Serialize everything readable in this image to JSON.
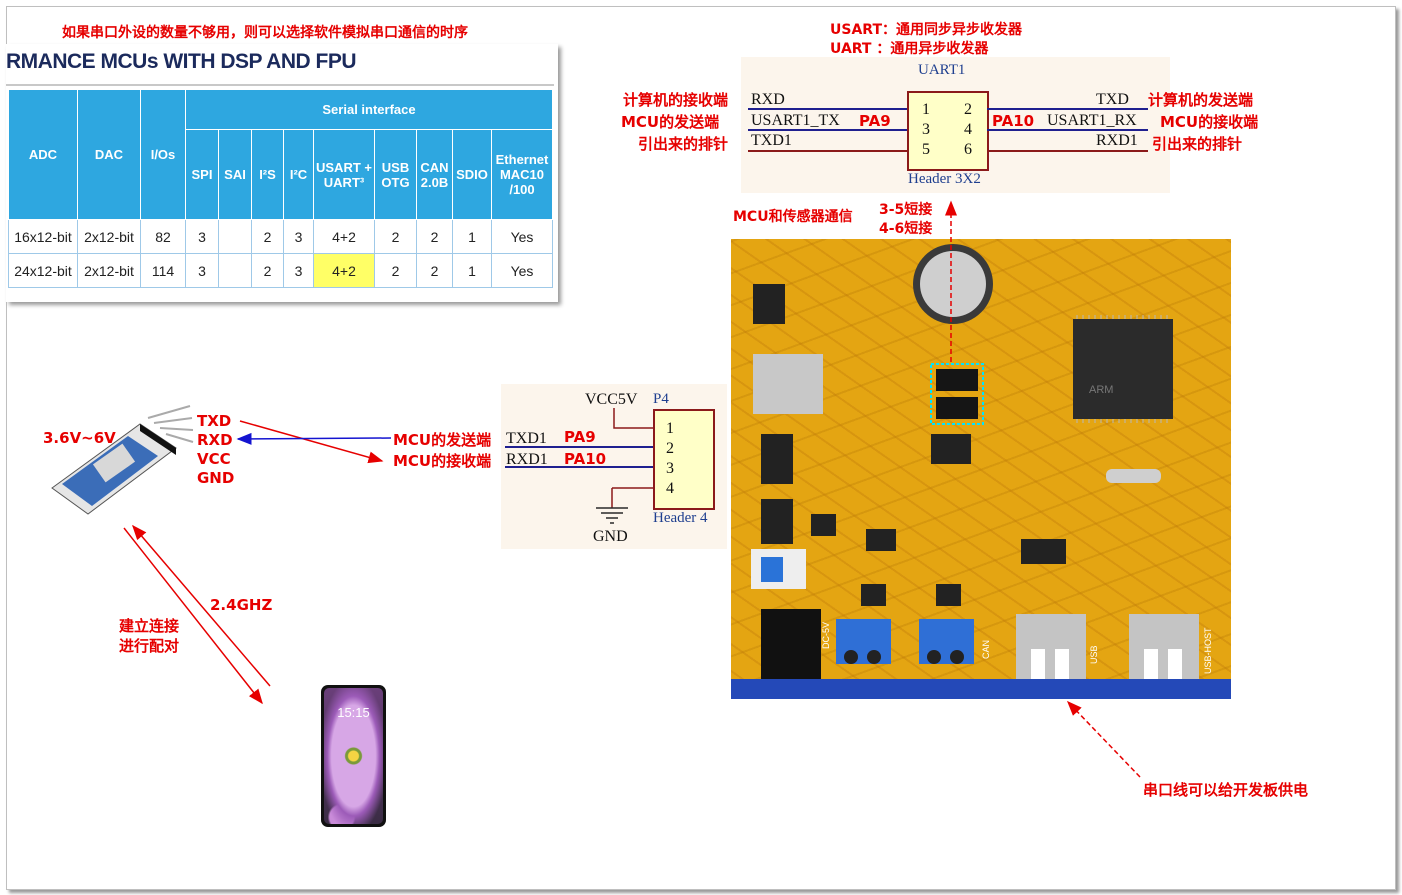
{
  "captions": {
    "top_note": "如果串口外设的数量不够用，则可以选择软件模拟串口通信的时序",
    "usart_def": "USART：通用同步异步收发器",
    "uart_def": "UART ：通用异步收发器",
    "pc_rx": "计算机的接收端",
    "mcu_tx_left": "MCU的发送端",
    "pins_left": "引出来的排针",
    "pc_tx": "计算机的发送端",
    "mcu_rx_right": "MCU的接收端",
    "pins_right": "引出来的排针",
    "sensor_comm": "MCU和传感器通信",
    "short35": "3-5短接",
    "short46": "4-6短接",
    "mcu_tx": "MCU的发送端",
    "mcu_rx": "MCU的接收端",
    "power_note": "串口线可以给开发板供电",
    "voltage": "3.6V~6V",
    "ghz": "2.4GHZ",
    "pair1": "建立连接",
    "pair2": "进行配对"
  },
  "bt_pins": [
    "TXD",
    "RXD",
    "VCC",
    "GND"
  ],
  "table": {
    "title": "RMANCE MCUs WITH DSP AND FPU",
    "group_header": "Serial interface",
    "headers": [
      "ADC",
      "DAC",
      "I/Os",
      "SPI",
      "SAI",
      "I²S",
      "I²C",
      "USART + UART³",
      "USB OTG",
      "CAN 2.0B",
      "SDIO",
      "Ethernet MAC10 /100"
    ],
    "rows": [
      [
        "16x12-bit",
        "2x12-bit",
        "82",
        "3",
        "",
        "2",
        "3",
        "4+2",
        "2",
        "2",
        "1",
        "Yes"
      ],
      [
        "24x12-bit",
        "2x12-bit",
        "114",
        "3",
        "",
        "2",
        "3",
        "4+2",
        "2",
        "2",
        "1",
        "Yes"
      ]
    ]
  },
  "uart1": {
    "name": "UART1",
    "footer": "Header 3X2",
    "left_nets": [
      "RXD",
      "USART1_TX",
      "TXD1"
    ],
    "right_nets": [
      "TXD",
      "USART1_RX",
      "RXD1"
    ],
    "pin_left": "PA9",
    "pin_right": "PA10",
    "pins": [
      "1",
      "2",
      "3",
      "4",
      "5",
      "6"
    ]
  },
  "p4": {
    "name": "P4",
    "power": "VCC5V",
    "footer": "Header 4",
    "gnd": "GND",
    "nets": [
      "TXD1",
      "RXD1"
    ],
    "pin_tx": "PA9",
    "pin_rx": "PA10",
    "pins": [
      "1",
      "2",
      "3",
      "4"
    ]
  },
  "board": {
    "labels": [
      "USB",
      "USB-HOST",
      "DC-5V",
      "CAN",
      "ARM"
    ]
  },
  "phone": {
    "time": "15:15"
  }
}
